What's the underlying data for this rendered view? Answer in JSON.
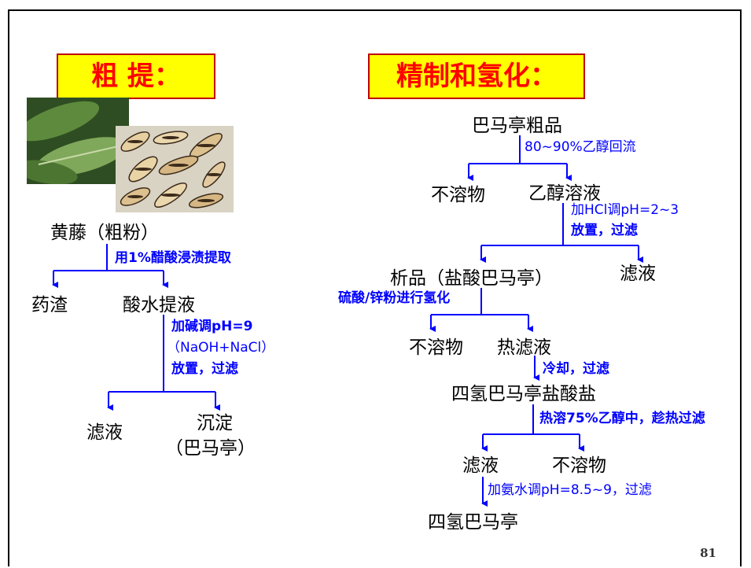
{
  "left": {
    "title": "粗  提：",
    "start": "黄藤（粗粉）",
    "cond1": "用1%醋酸浸渍提取",
    "residue": "药渣",
    "acid_extract": "酸水提液",
    "cond2_l1": "加碱调pH=9",
    "cond2_l2": "（NaOH+NaCl）",
    "cond2_l3": "放置，过滤",
    "filtrate": "滤液",
    "precipitate_l1": "沉淀",
    "precipitate_l2": "（巴马亭）"
  },
  "right": {
    "title": "精制和氢化：",
    "crude": "巴马亭粗品",
    "step1": "80~90%乙醇回流",
    "insoluble1": "不溶物",
    "ethanol_solution": "乙醇溶液",
    "step2_l1": "加HCl调pH=2~3",
    "step2_l2": "放置，过滤",
    "crystal": "析品（盐酸巴马亭）",
    "filtrate1": "滤液",
    "step3": "硫酸/锌粉进行氢化",
    "insoluble2": "不溶物",
    "hot_filtrate": "热滤液",
    "step4": "冷却，过滤",
    "hcl_salt": "四氢巴马亭盐酸盐",
    "step5": "热溶75%乙醇中，趁热过滤",
    "filtrate2": "滤液",
    "insoluble3": "不溶物",
    "step6": "加氨水调pH=8.5~9，过滤",
    "final": "四氢巴马亭"
  },
  "page_number": "81",
  "colors": {
    "title_bg": "#ffff00",
    "title_text": "#ff0000",
    "title_border": "#c00000",
    "line": "#0000ff",
    "condition": "#0000ff"
  }
}
